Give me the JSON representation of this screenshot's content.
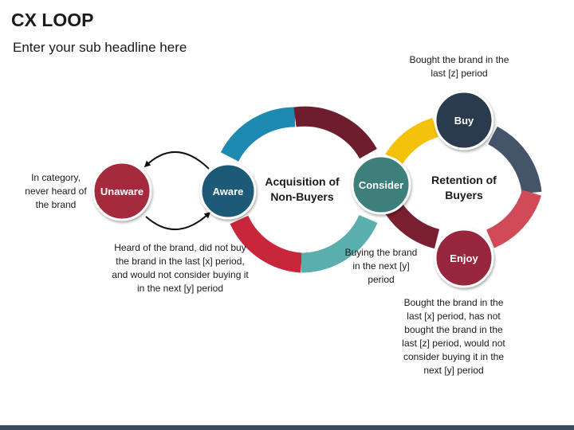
{
  "header": {
    "title": "CX LOOP",
    "subtitle": "Enter your sub headline here"
  },
  "nodes": {
    "unaware": "Unaware",
    "aware": "Aware",
    "consider": "Consider",
    "buy": "Buy",
    "enjoy": "Enjoy"
  },
  "loops": {
    "acquisition": "Acquisition of Non-Buyers",
    "retention": "Retention of Buyers"
  },
  "descriptions": {
    "unaware": "In category, never heard of the brand",
    "aware": "Heard of the brand, did not buy the brand in the last [x] period, and would not consider buying it in the next [y] period",
    "consider": "Buying the brand in the next [y] period",
    "buy": "Bought the brand in the last [z] period",
    "enjoy": "Bought the brand in the last [x] period, has not bought the brand in the last [z] period, would not consider buying it in the next [y] period"
  },
  "colors": {
    "unaware": "#a5293a",
    "aware": "#1e5a78",
    "consider": "#3d7f7a",
    "buy": "#2b3a4d",
    "enjoy": "#98283c",
    "arc_blue": "#1f8ab1",
    "arc_maroon": "#6e1d2c",
    "arc_red": "#c8263a",
    "arc_teal": "#5aaeae",
    "arc_yellow": "#f4c20d",
    "arc_slate": "#44556a",
    "arc_pink": "#d14a57"
  }
}
